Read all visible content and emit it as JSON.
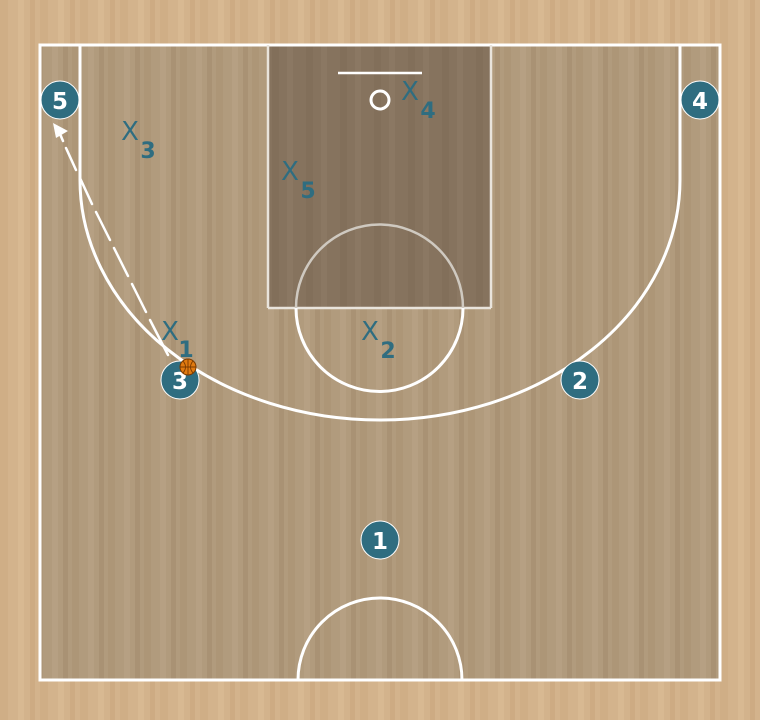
{
  "colors": {
    "wood_outer": "#d3b38c",
    "court_floor": "#b09a7c",
    "paint": "#85735e",
    "lines": "#ffffff",
    "offense_fill": "#2f6d80",
    "offense_text": "#ffffff",
    "defense_text": "#2f6d80",
    "ball": "#e07a10"
  },
  "icons": {
    "ball": "basketball-icon"
  },
  "offense": [
    {
      "id": "1",
      "label": "1"
    },
    {
      "id": "2",
      "label": "2"
    },
    {
      "id": "3",
      "label": "3"
    },
    {
      "id": "4",
      "label": "4"
    },
    {
      "id": "5",
      "label": "5"
    }
  ],
  "defense": [
    {
      "id": "x1",
      "letter": "X",
      "sub": "1"
    },
    {
      "id": "x2",
      "letter": "X",
      "sub": "2"
    },
    {
      "id": "x3",
      "letter": "X",
      "sub": "3"
    },
    {
      "id": "x4",
      "letter": "X",
      "sub": "4"
    },
    {
      "id": "x5",
      "letter": "X",
      "sub": "5"
    }
  ]
}
